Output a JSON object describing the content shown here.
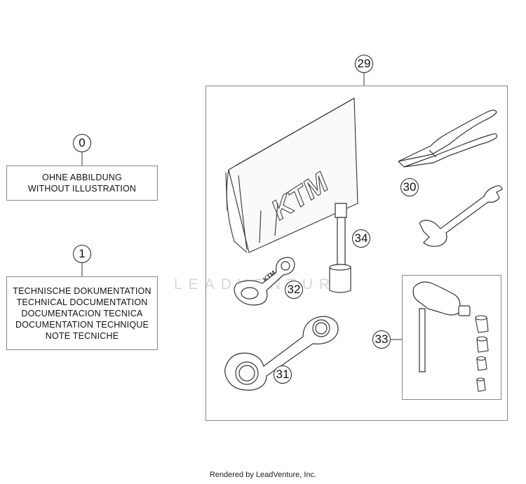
{
  "callouts": {
    "c0": "0",
    "c1": "1",
    "c29": "29",
    "c30": "30",
    "c31": "31",
    "c32": "32",
    "c33": "33",
    "c34": "34"
  },
  "box_no_illustration": {
    "line1": "OHNE ABBILDUNG",
    "line2": "WITHOUT ILLUSTRATION"
  },
  "box_documentation": {
    "line1": "TECHNISCHE DOKUMENTATION",
    "line2": "TECHNICAL DOCUMENTATION",
    "line3": "DOCUMENTACION TECNICA",
    "line4": "DOCUMENTATION TECHNIQUE",
    "line5": "NOTE TECNICHE"
  },
  "bag_logo": "KTM",
  "wrench_logo": "KTM",
  "watermark": "LEADVENTURE",
  "footer": "Rendered by LeadVenture, Inc."
}
